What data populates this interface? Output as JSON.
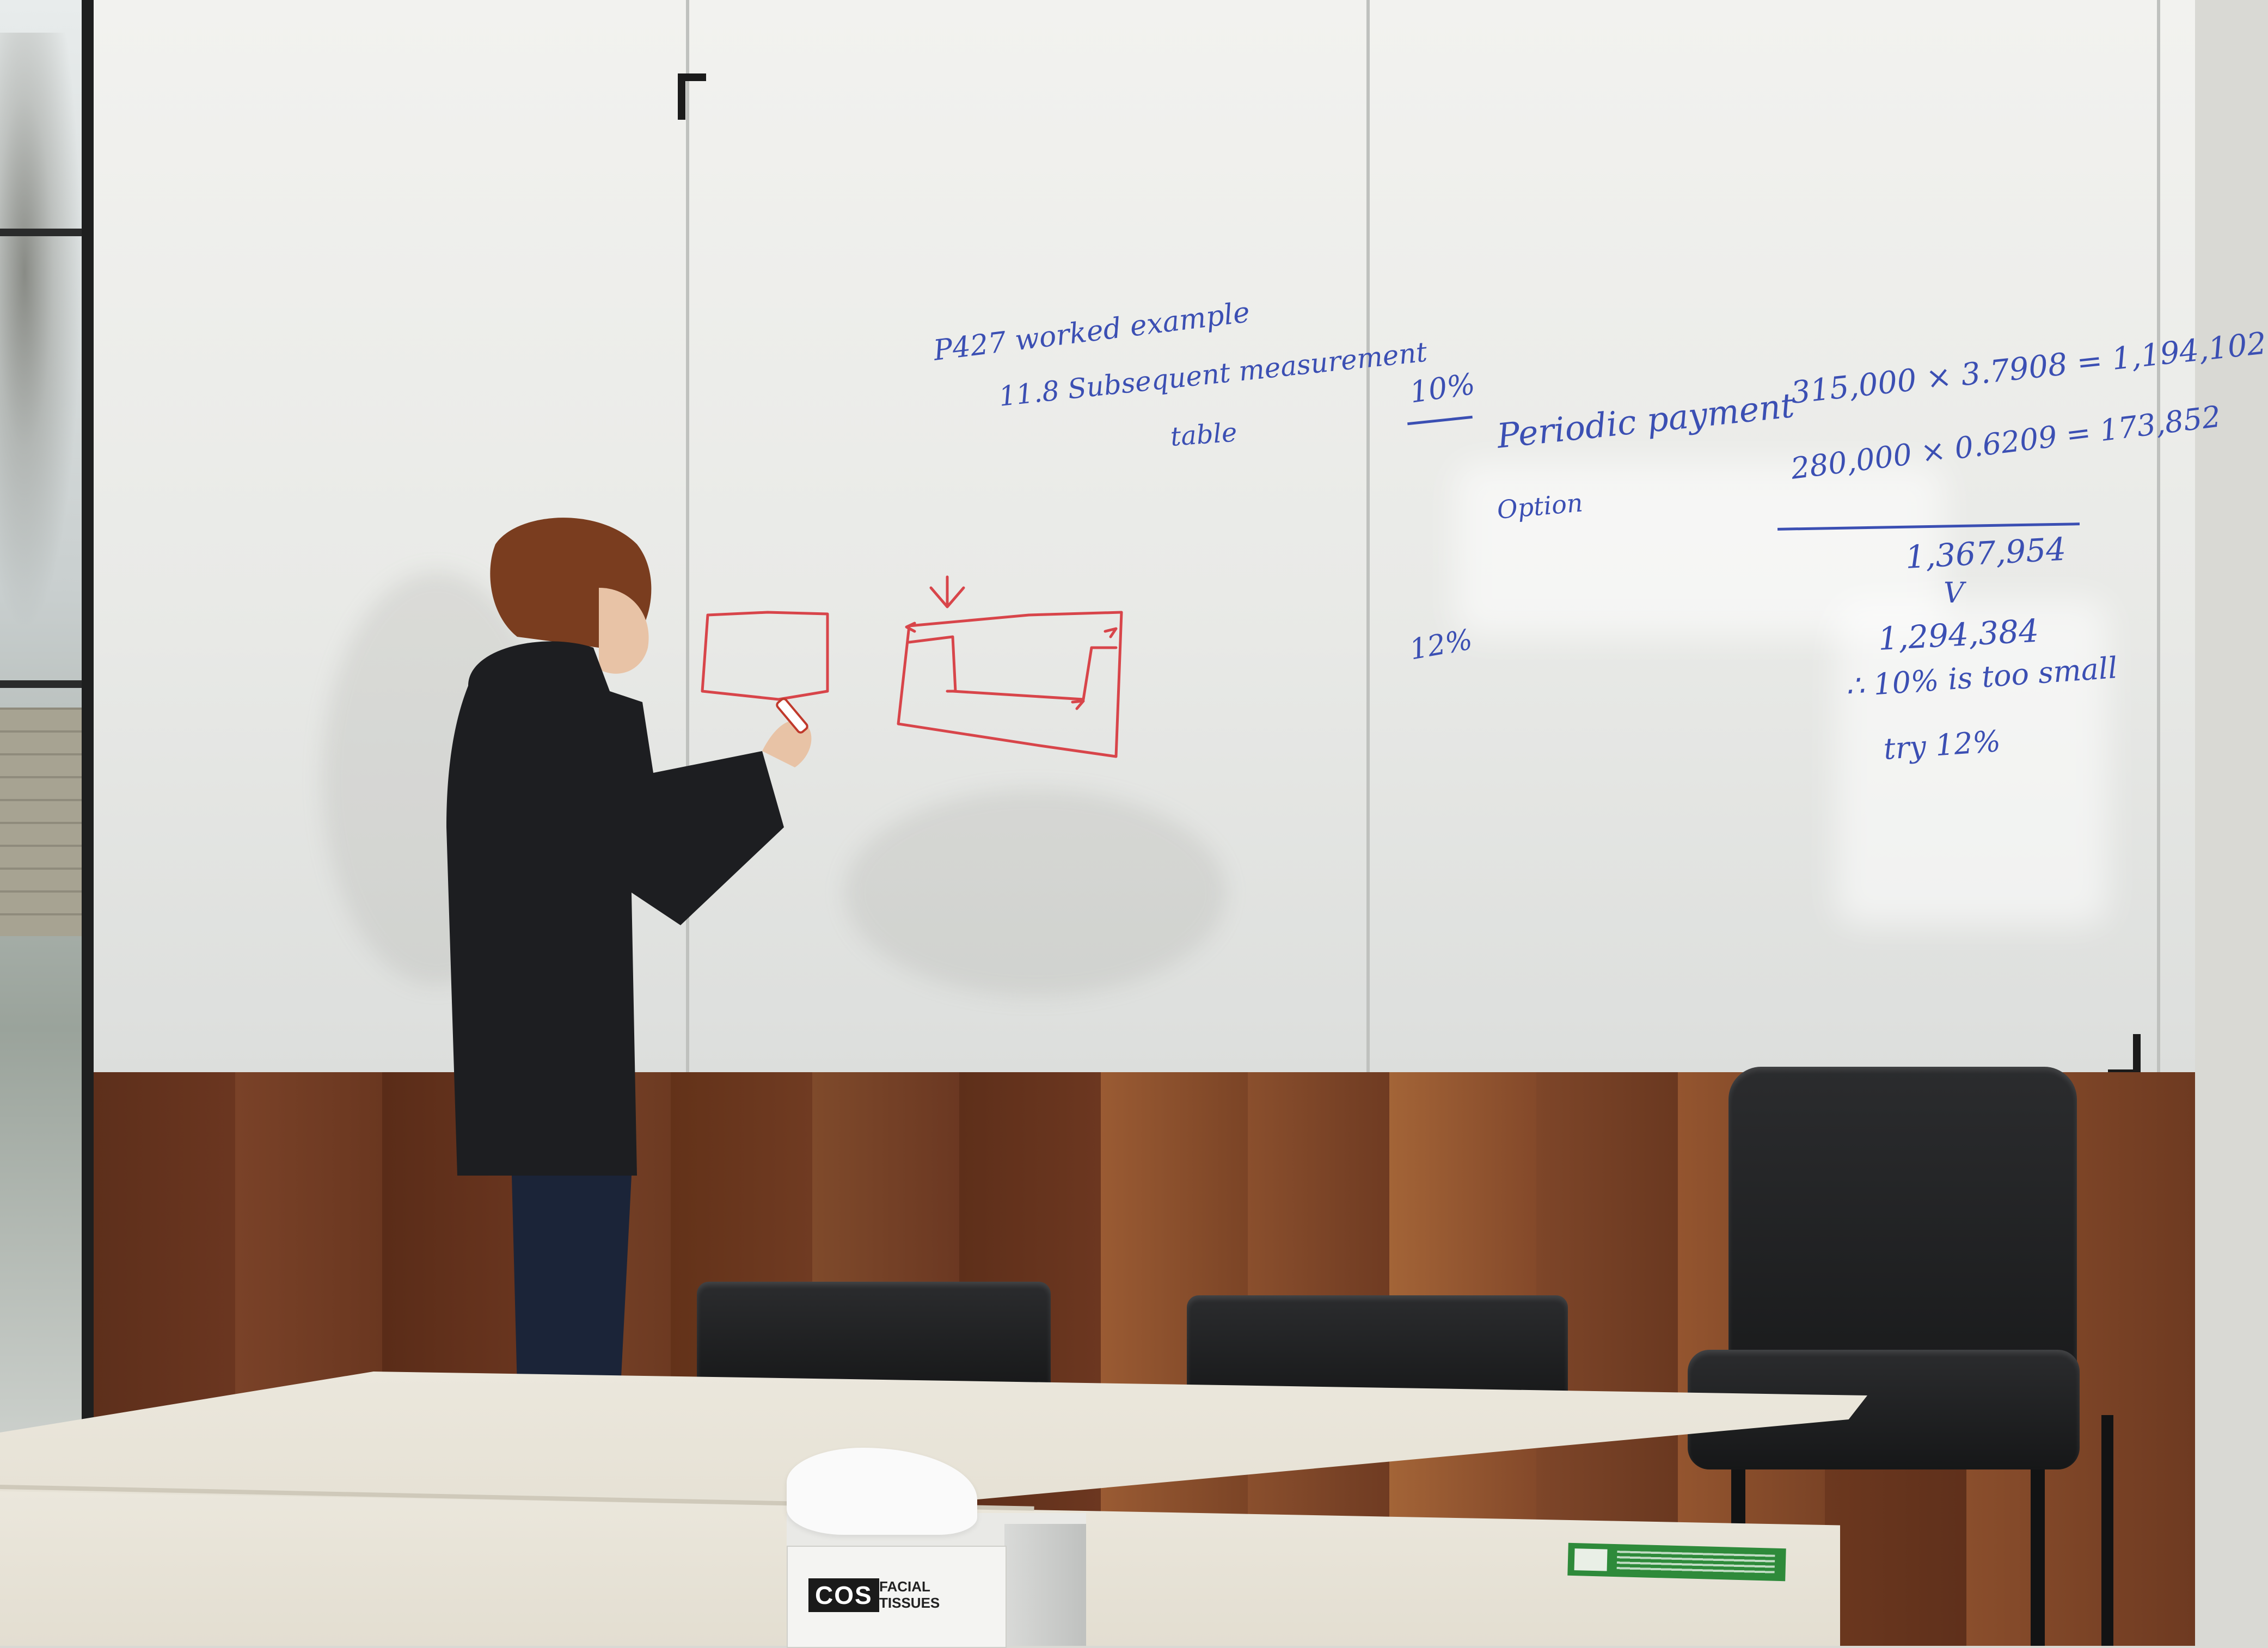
{
  "whiteboard": {
    "middle_panel": {
      "line1": "P427   worked example",
      "line2": "11.8  Subsequent measurement",
      "line3": "table"
    },
    "right_panel": {
      "rate_10": "10%",
      "label_periodic": "Periodic payment",
      "label_option": "Option",
      "calc1": "315,000 × 3.7908 = 1,194,102",
      "calc2": "280,000 × 0.6209 = 173,852",
      "total": "1,367,954",
      "compare": "V",
      "target": "1,294,384",
      "conclusion": "∴ 10% is too small",
      "next": "try 12%",
      "rate_12": "12%"
    }
  },
  "tissue_box": {
    "brand": "COS",
    "label_line1": "FACIAL",
    "label_line2": "TISSUES"
  },
  "colors": {
    "blue_marker": "#3b4fb3",
    "red_marker": "#d8454a",
    "wood": "#6e3b22"
  }
}
